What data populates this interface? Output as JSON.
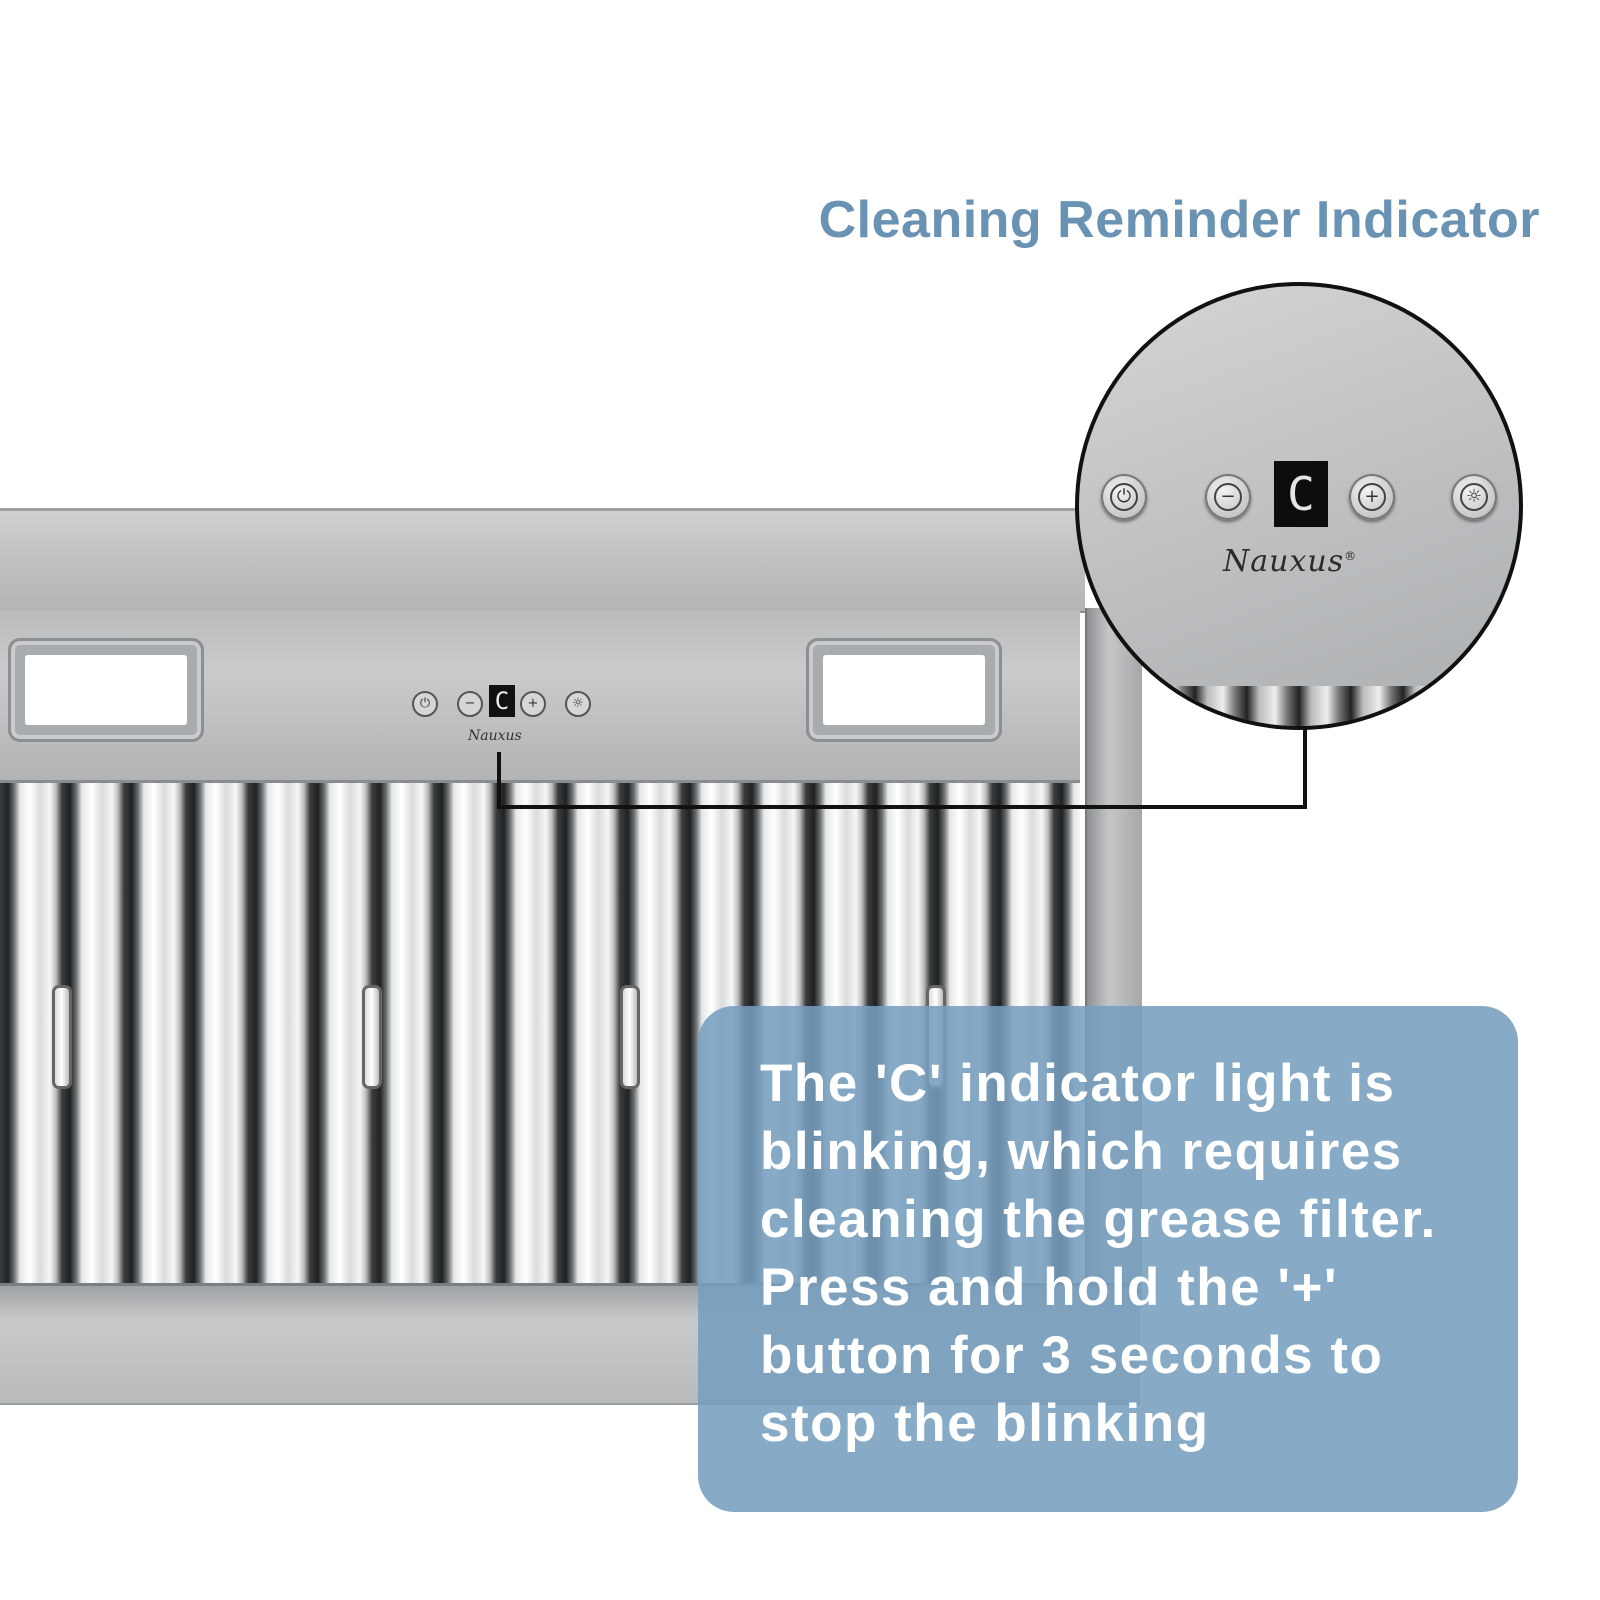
{
  "title": "Cleaning Reminder Indicator",
  "colors": {
    "title": "#6a92b3",
    "info_box": "#769ebe",
    "info_text": "#ffffff",
    "connector": "#111111"
  },
  "control_panel": {
    "display_value": "C",
    "brand": "Nauxus",
    "registered_mark": "®",
    "buttons": [
      {
        "name": "power",
        "glyph": "⏻"
      },
      {
        "name": "minus",
        "glyph": "−"
      },
      {
        "name": "plus",
        "glyph": "+"
      },
      {
        "name": "light",
        "glyph": "☼"
      }
    ]
  },
  "info_text": "The 'C' indicator light is blinking, which requires cleaning the grease filter. Press and hold the '+' button for 3 seconds to stop the blinking"
}
